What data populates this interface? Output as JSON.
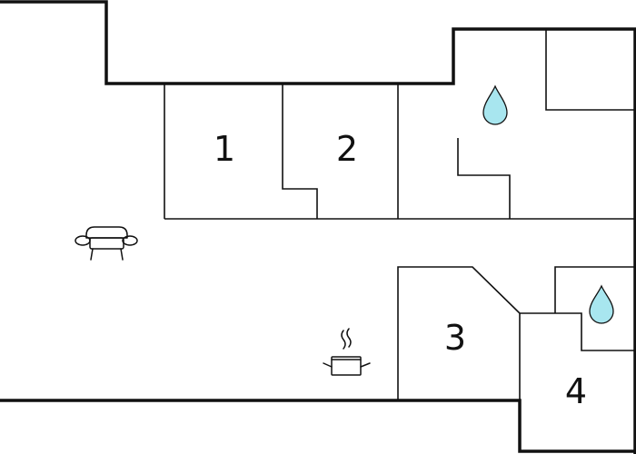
{
  "rooms": [
    {
      "id": "bedroom-1",
      "label": "1"
    },
    {
      "id": "bedroom-2",
      "label": "2"
    },
    {
      "id": "bedroom-3",
      "label": "3"
    },
    {
      "id": "bedroom-4",
      "label": "4"
    }
  ],
  "icons": {
    "bathroom_top": "water-drop-icon",
    "bathroom_right": "water-drop-icon",
    "living": "sofa-icon",
    "kitchen": "cooking-pot-icon"
  },
  "colors": {
    "water": "#a8e6ef",
    "wall": "#111111"
  }
}
